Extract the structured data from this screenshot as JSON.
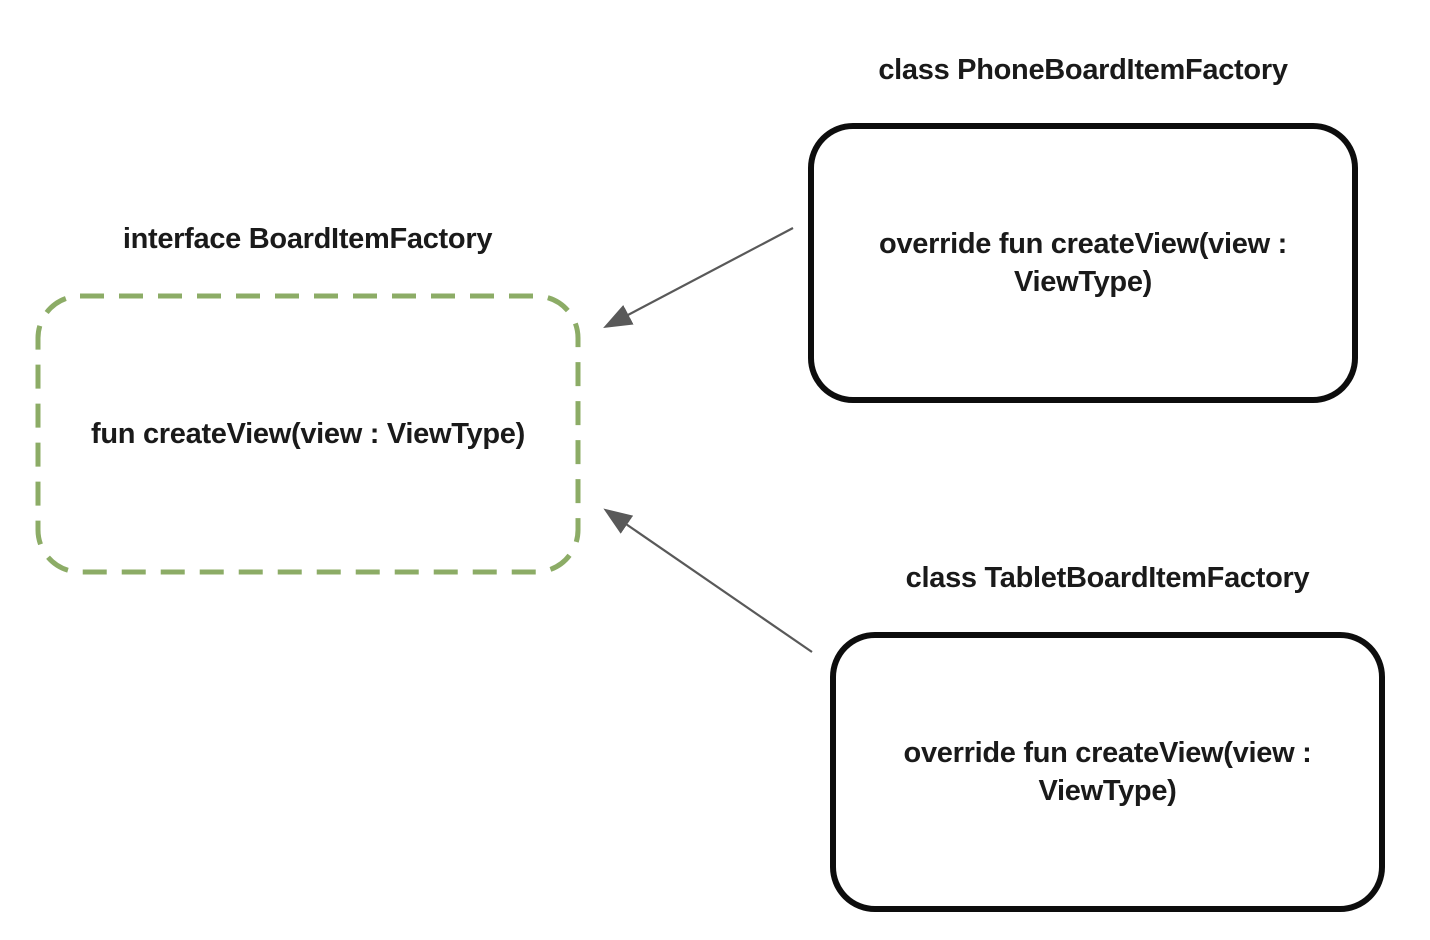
{
  "interface": {
    "title": "interface BoardItemFactory",
    "method": "fun createView(view : ViewType)"
  },
  "classes": [
    {
      "title": "class PhoneBoardItemFactory",
      "method": "override fun createView(view : ViewType)"
    },
    {
      "title": "class TabletBoardItemFactory",
      "method": "override fun createView(view : ViewType)"
    }
  ],
  "colors": {
    "background": "#ffffff",
    "text": "#1a1a1a",
    "interface_border": "#8cac66",
    "class_border": "#0d0d0d",
    "arrow": "#595959"
  }
}
